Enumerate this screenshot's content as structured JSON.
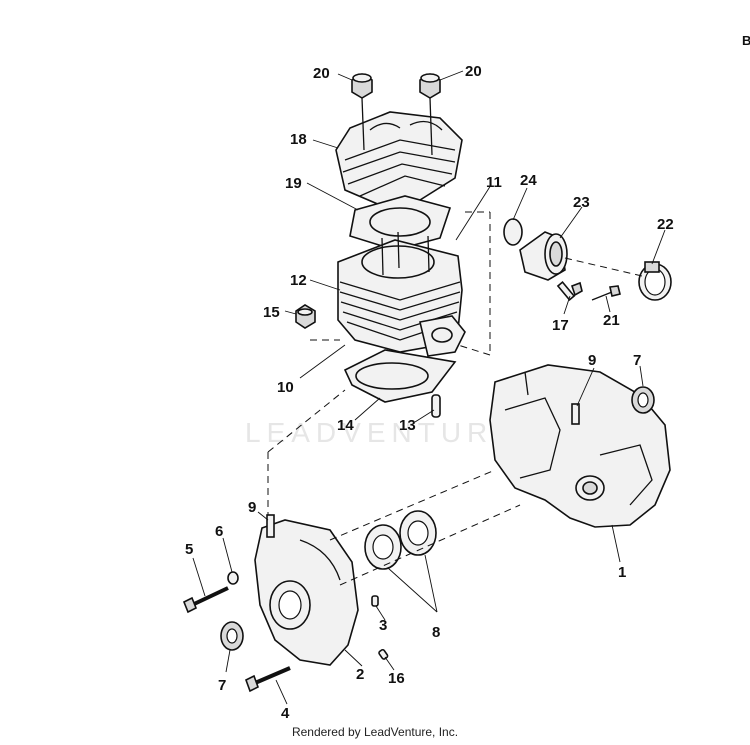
{
  "diagram": {
    "watermark": "LEADVENTURE",
    "corner_mark": "B",
    "credit": "Rendered by LeadVenture, Inc.",
    "callouts": [
      {
        "id": "c20a",
        "label": "20"
      },
      {
        "id": "c20b",
        "label": "20"
      },
      {
        "id": "c18",
        "label": "18"
      },
      {
        "id": "c19",
        "label": "19"
      },
      {
        "id": "c11",
        "label": "11"
      },
      {
        "id": "c24",
        "label": "24"
      },
      {
        "id": "c23",
        "label": "23"
      },
      {
        "id": "c22",
        "label": "22"
      },
      {
        "id": "c12",
        "label": "12"
      },
      {
        "id": "c15",
        "label": "15"
      },
      {
        "id": "c17",
        "label": "17"
      },
      {
        "id": "c21",
        "label": "21"
      },
      {
        "id": "c10",
        "label": "10"
      },
      {
        "id": "c9a",
        "label": "9"
      },
      {
        "id": "c7a",
        "label": "7"
      },
      {
        "id": "c14",
        "label": "14"
      },
      {
        "id": "c13",
        "label": "13"
      },
      {
        "id": "c9b",
        "label": "9"
      },
      {
        "id": "c6",
        "label": "6"
      },
      {
        "id": "c5",
        "label": "5"
      },
      {
        "id": "c1",
        "label": "1"
      },
      {
        "id": "c3",
        "label": "3"
      },
      {
        "id": "c8",
        "label": "8"
      },
      {
        "id": "c7b",
        "label": "7"
      },
      {
        "id": "c2",
        "label": "2"
      },
      {
        "id": "c16",
        "label": "16"
      },
      {
        "id": "c4",
        "label": "4"
      }
    ]
  }
}
